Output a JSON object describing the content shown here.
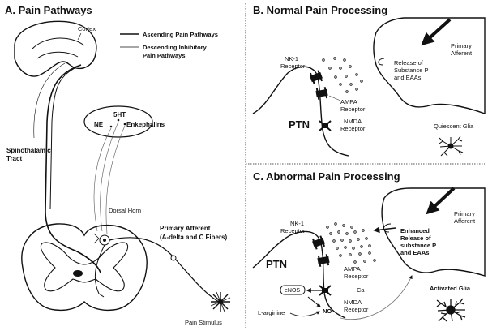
{
  "panels": {
    "a": {
      "title": "A. Pain Pathways",
      "cortex": "Cortex",
      "legend_ascending": "Ascending Pain Pathways",
      "legend_descending_1": "Descending Inhibitory",
      "legend_descending_2": "Pain Pathways",
      "tract_1": "Spinothalamic",
      "tract_2": "Tract",
      "ht5": "5HT",
      "ne": "NE",
      "enkephalins": "Enkephalins",
      "dorsal_horn": "Dorsal Horn",
      "afferent_1": "Primary Afferent",
      "afferent_2": "(A-delta and C Fibers)",
      "stimulus": "Pain Stimulus"
    },
    "b": {
      "title": "B. Normal Pain Processing",
      "nk1_1": "NK-1",
      "nk1_2": "Receptor",
      "ampa_1": "AMPA",
      "ampa_2": "Receptor",
      "nmda_1": "NMDA",
      "nmda_2": "Receptor",
      "ptn": "PTN",
      "afferent_1": "Primary",
      "afferent_2": "Afferent",
      "release_1": "Release of",
      "release_2": "Substance P",
      "release_3": "and EAAs",
      "glia": "Quiescent Glia"
    },
    "c": {
      "title": "C. Abnormal Pain Processing",
      "nk1_1": "NK-1",
      "nk1_2": "Receptor",
      "ampa_1": "AMPA",
      "ampa_2": "Receptor",
      "ca": "Ca",
      "enos": "eNOS",
      "nmda_1": "NMDA",
      "nmda_2": "Receptor",
      "no": "NO",
      "larginine": "L-arginine",
      "ptn": "PTN",
      "afferent_1": "Primary",
      "afferent_2": "Afferent",
      "enhanced_1": "Enhanced",
      "enhanced_2": "Release of",
      "enhanced_3": "substance P",
      "enhanced_4": "and EAAs",
      "glia": "Activated Glia"
    }
  }
}
